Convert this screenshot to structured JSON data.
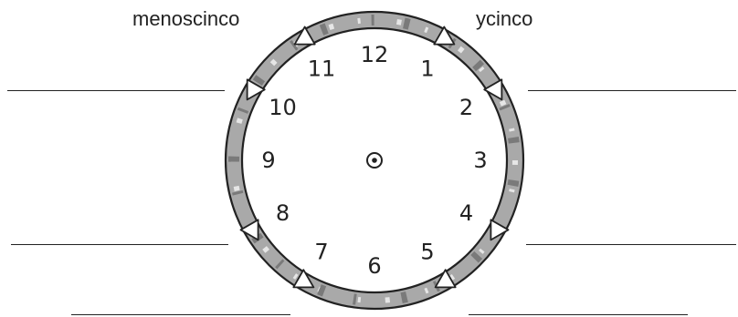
{
  "labels": {
    "minus_five": "menoscinco",
    "plus_five": "ycinco"
  },
  "clock": {
    "numbers": [
      "12",
      "1",
      "2",
      "3",
      "4",
      "5",
      "6",
      "7",
      "8",
      "9",
      "10",
      "11"
    ]
  },
  "colors": {
    "ink": "#222222",
    "ring_base": "#a9a9a9",
    "ring_light": "#e6e6e6",
    "ring_dark": "#7a7a7a",
    "face": "#ffffff"
  }
}
